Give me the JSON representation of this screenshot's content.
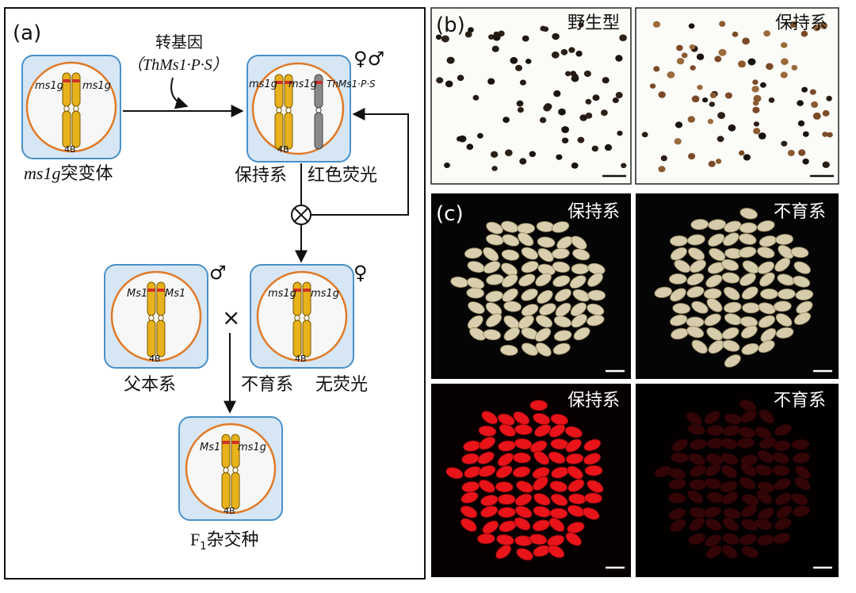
{
  "panel_a": {
    "label": "(a)",
    "transgene_label": "转基因",
    "transgene_name": "（ThMs1·P·S）",
    "mutant": {
      "gene_left": "ms1g",
      "gene_right": "ms1g",
      "chrom": "4B",
      "caption_gene": "ms1g",
      "caption_text": "突变体"
    },
    "maintainer": {
      "gene_left": "ms1g",
      "gene_mid": "ms1g",
      "gene_right": "ThMs1·P·S",
      "chrom": "4B",
      "caption_left": "保持系",
      "caption_right": "红色荧光",
      "sex": "♀♂"
    },
    "male_parent": {
      "gene_left": "Ms1",
      "gene_right": "Ms1",
      "chrom": "4B",
      "caption": "父本系",
      "sex": "♂"
    },
    "sterile": {
      "gene_left": "ms1g",
      "gene_right": "ms1g",
      "chrom": "4B",
      "caption_left": "不育系",
      "caption_right": "无荧光",
      "sex": "♀"
    },
    "hybrid": {
      "gene_left": "Ms1",
      "gene_right": "ms1g",
      "chrom": "4B",
      "caption_f": "F",
      "caption_sub": "1",
      "caption_text": "杂交种"
    },
    "cross_symbol": "×",
    "self_symbol": "⊗"
  },
  "panel_b": {
    "label": "(b)",
    "left_title": "野生型",
    "right_title": "保持系"
  },
  "panel_c": {
    "label": "(c)",
    "top_left_title": "保持系",
    "top_right_title": "不育系",
    "bottom_left_title": "保持系",
    "bottom_right_title": "不育系"
  },
  "colors": {
    "cell_fill": "#d6e6f5",
    "cell_border": "#4a90c8",
    "nucleus": "#e07a28",
    "chromosome_yellow": "#e8b21c",
    "chromosome_gray": "#8a8a8a",
    "centromere_red": "#d2302a",
    "fluorescence": "#e8141a",
    "seed": "#d9cfae"
  }
}
